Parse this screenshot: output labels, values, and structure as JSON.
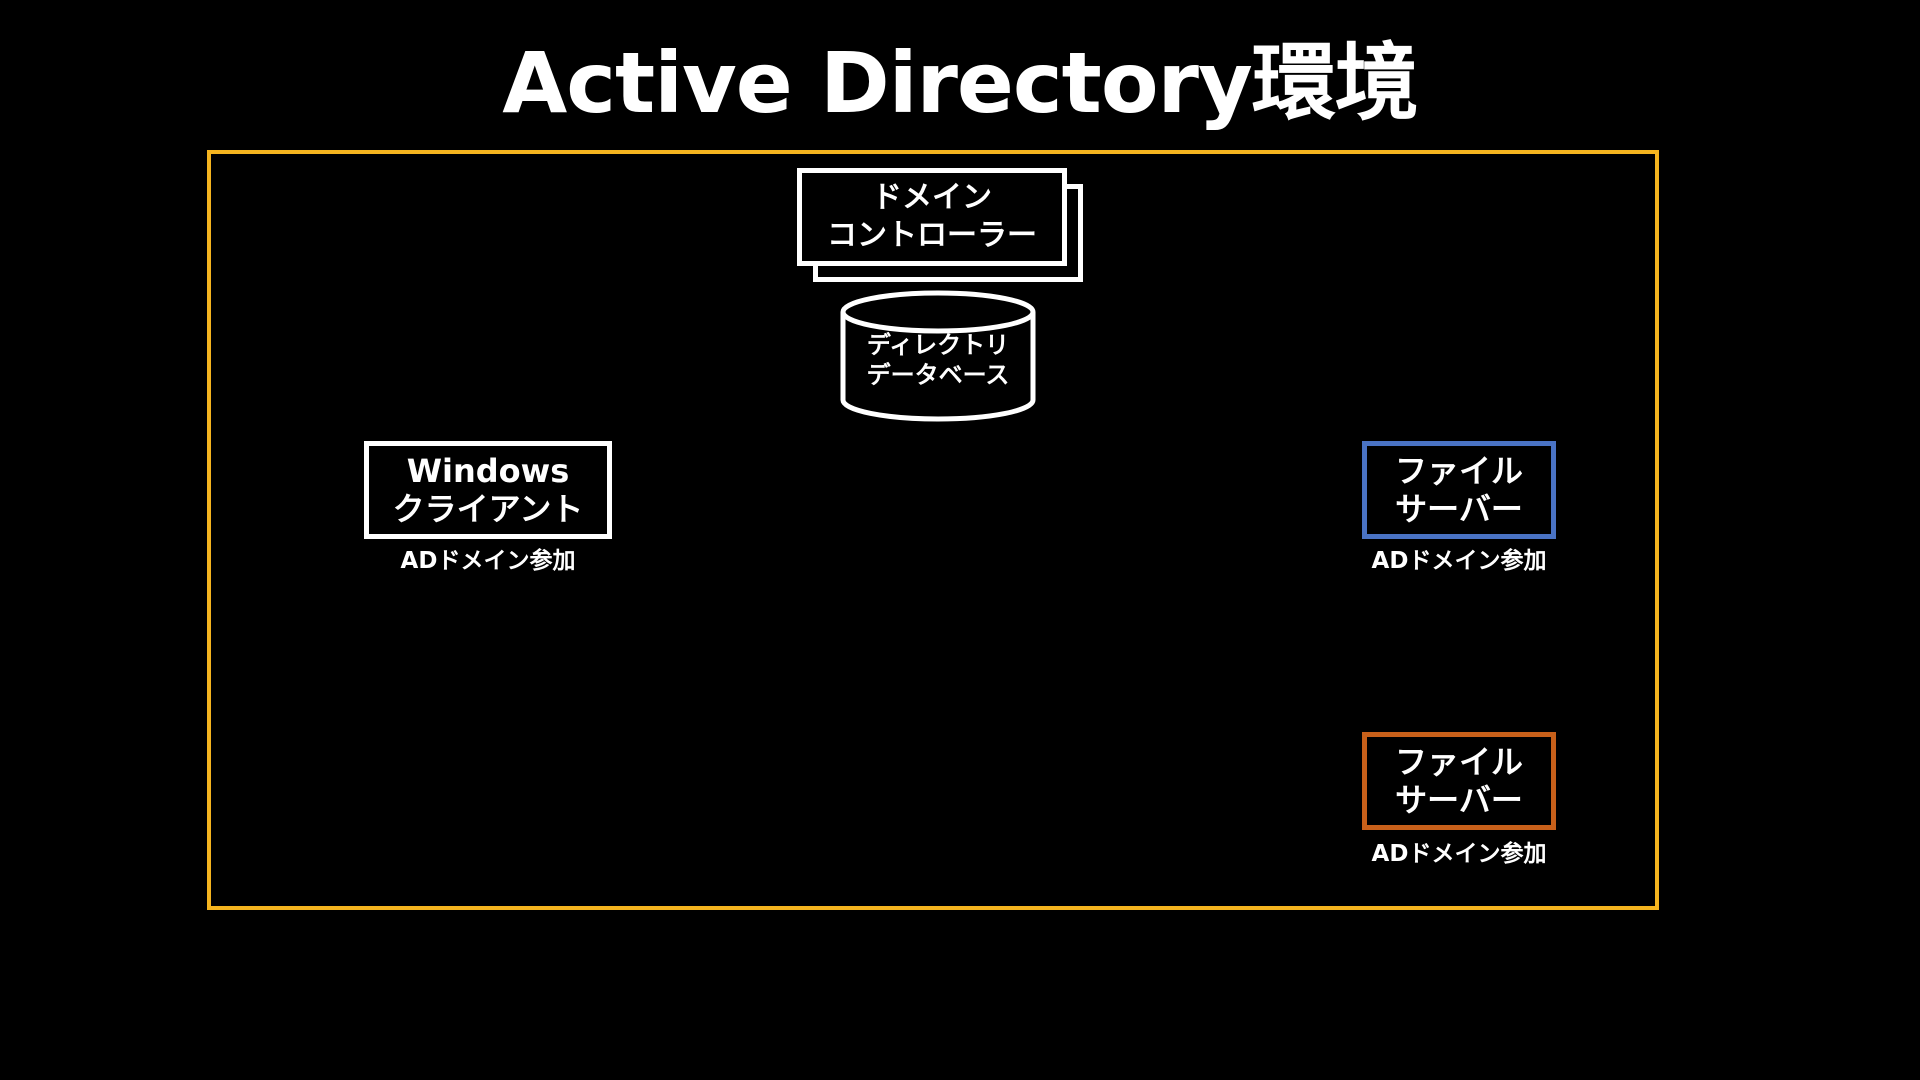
{
  "title": "Active Directory環境",
  "colors": {
    "background": "#000000",
    "environment_border": "#f5b41f",
    "file_server_1_border": "#4a73c4",
    "file_server_2_border": "#c8601a",
    "default_border": "#ffffff"
  },
  "domain_controller": {
    "line1": "ドメイン",
    "line2": "コントローラー"
  },
  "directory_database": {
    "line1": "ディレクトリ",
    "line2": "データベース"
  },
  "windows_client": {
    "line1": "Windows",
    "line2": "クライアント",
    "caption": "ADドメイン参加"
  },
  "file_server_1": {
    "line1": "ファイル",
    "line2": "サーバー",
    "caption": "ADドメイン参加"
  },
  "file_server_2": {
    "line1": "ファイル",
    "line2": "サーバー",
    "caption": "ADドメイン参加"
  }
}
